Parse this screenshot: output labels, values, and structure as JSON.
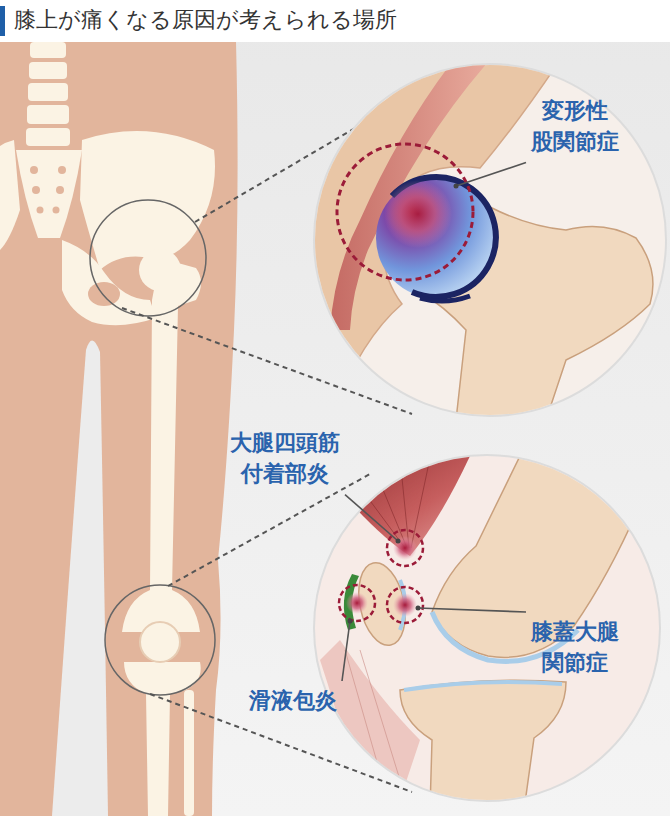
{
  "diagram": {
    "title": "膝上が痛くなる原因が考えられる場所",
    "labels": [
      "変形性 股関節症",
      "大腿四頭筋 付着部炎",
      "膝蓋大腿 関節症",
      "滑液包炎"
    ]
  }
}
